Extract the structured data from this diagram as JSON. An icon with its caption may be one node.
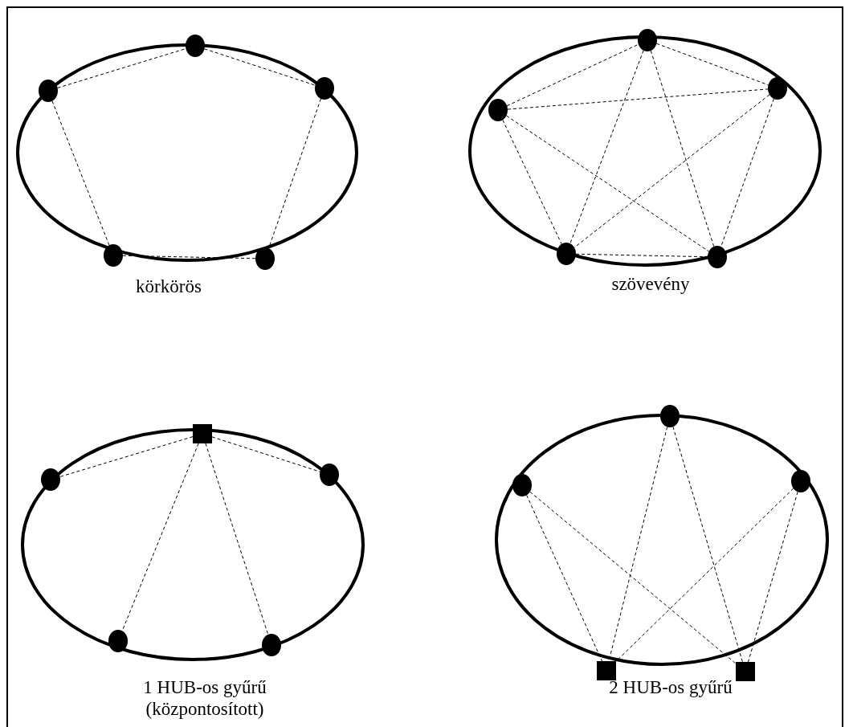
{
  "diagram": {
    "nodes": [
      {
        "text": [],
        "shape": "circle"
      },
      {
        "text": [],
        "shape": "circle"
      },
      {
        "text": [],
        "shape": "circle"
      },
      {
        "text": [],
        "shape": "circle"
      },
      {
        "text": [],
        "shape": "circle"
      },
      {
        "text": [],
        "shape": "circle"
      },
      {
        "text": [],
        "shape": "circle"
      },
      {
        "text": [],
        "shape": "circle"
      },
      {
        "text": [],
        "shape": "circle"
      },
      {
        "text": [],
        "shape": "circle"
      },
      {
        "text": [],
        "shape": "box"
      },
      {
        "text": [],
        "shape": "circle"
      },
      {
        "text": [],
        "shape": "circle"
      },
      {
        "text": [],
        "shape": "circle"
      },
      {
        "text": [],
        "shape": "circle"
      },
      {
        "text": [],
        "shape": "circle"
      },
      {
        "text": [],
        "shape": "circle"
      },
      {
        "text": [],
        "shape": "circle"
      },
      {
        "text": [],
        "shape": "box"
      },
      {
        "text": [],
        "shape": "box"
      }
    ],
    "edges": [
      {
        "from": 1,
        "to": 0,
        "arrow": "none",
        "style": "dashed"
      },
      {
        "from": 0,
        "to": 2,
        "arrow": "none",
        "style": "dashed"
      },
      {
        "from": 1,
        "to": 3,
        "arrow": "none",
        "style": "dashed"
      },
      {
        "from": 2,
        "to": 4,
        "arrow": "none",
        "style": "dashed"
      },
      {
        "from": 3,
        "to": 4,
        "arrow": "none",
        "style": "dashed"
      },
      {
        "from": 6,
        "to": 5,
        "arrow": "none",
        "style": "dashed"
      },
      {
        "from": 5,
        "to": 7,
        "arrow": "none",
        "style": "dashed"
      },
      {
        "from": 6,
        "to": 7,
        "arrow": "none",
        "style": "dashed"
      },
      {
        "from": 6,
        "to": 8,
        "arrow": "none",
        "style": "dashed"
      },
      {
        "from": 6,
        "to": 9,
        "arrow": "none",
        "style": "dashed"
      },
      {
        "from": 5,
        "to": 8,
        "arrow": "none",
        "style": "dashed"
      },
      {
        "from": 5,
        "to": 9,
        "arrow": "none",
        "style": "dashed"
      },
      {
        "from": 7,
        "to": 8,
        "arrow": "none",
        "style": "dashed"
      },
      {
        "from": 7,
        "to": 9,
        "arrow": "none",
        "style": "dashed"
      },
      {
        "from": 8,
        "to": 9,
        "arrow": "none",
        "style": "dashed"
      },
      {
        "from": 10,
        "to": 11,
        "arrow": "none",
        "style": "dashed"
      },
      {
        "from": 10,
        "to": 12,
        "arrow": "none",
        "style": "dashed"
      },
      {
        "from": 10,
        "to": 13,
        "arrow": "none",
        "style": "dashed"
      },
      {
        "from": 10,
        "to": 14,
        "arrow": "none",
        "style": "dashed"
      },
      {
        "from": 16,
        "to": 18,
        "arrow": "none",
        "style": "dashed"
      },
      {
        "from": 16,
        "to": 19,
        "arrow": "none",
        "style": "dashed"
      },
      {
        "from": 15,
        "to": 18,
        "arrow": "none",
        "style": "dashed"
      },
      {
        "from": 15,
        "to": 19,
        "arrow": "none",
        "style": "dashed"
      },
      {
        "from": 17,
        "to": 18,
        "arrow": "none",
        "style": "dashed"
      },
      {
        "from": 17,
        "to": 19,
        "arrow": "none",
        "style": "dashed"
      }
    ],
    "labels": [
      "körkörös",
      "szövevény",
      "1 HUB-os gyűrű (központosított)",
      "2 HUB-os gyűrű"
    ]
  }
}
